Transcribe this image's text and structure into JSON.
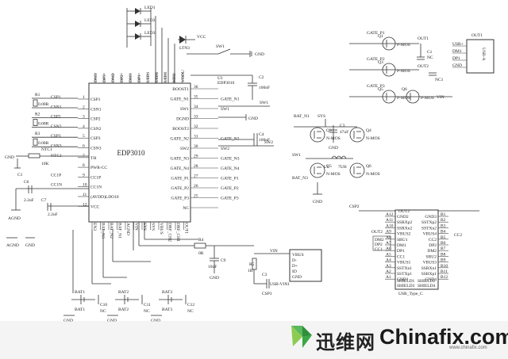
{
  "main_ic": {
    "name": "EDP3010",
    "top_pins": [
      "DM3",
      "DP3",
      "DM2",
      "DP2",
      "DM1",
      "DP1",
      "LED1",
      "LED2",
      "LED3",
      "NTC",
      "VDDU"
    ],
    "bottom_pins": [
      "EN3",
      "BAT_N3",
      "BAT_N2",
      "BAT_N1",
      "AGND",
      "VIN",
      "SYS",
      "SYS",
      "VBUS",
      "DRF_CH2",
      "DRF_CH1",
      "OUT1"
    ]
  },
  "left_pins": [
    {
      "num": "1",
      "name": "CSP1",
      "net": "CSP1"
    },
    {
      "num": "2",
      "name": "CSN1",
      "net": "CSN1"
    },
    {
      "num": "3",
      "name": "CSP2",
      "net": "CSP2"
    },
    {
      "num": "4",
      "name": "CSN2",
      "net": "CSN2"
    },
    {
      "num": "5",
      "name": "CSP3",
      "net": "CSP3"
    },
    {
      "num": "6",
      "name": "CSN3",
      "net": "CSN3"
    },
    {
      "num": "7",
      "name": "TH",
      "net": "NTC1"
    },
    {
      "num": "8",
      "name": "PWR-CC",
      "net": ""
    },
    {
      "num": "9",
      "name": "CC1P",
      "net": "CC1P"
    },
    {
      "num": "10",
      "name": "CC1N",
      "net": "CC1N"
    },
    {
      "num": "11",
      "name": "(AVDD)LDO18",
      "net": ""
    },
    {
      "num": "12",
      "name": "VCC",
      "net": ""
    }
  ],
  "right_pins": [
    {
      "num": "36",
      "name": "BOOST1",
      "net": ""
    },
    {
      "num": "35",
      "name": "GATE_N1",
      "net": "GATE_N1"
    },
    {
      "num": "34",
      "name": "SW1",
      "net": "SW1"
    },
    {
      "num": "33",
      "name": "DGND",
      "net": ""
    },
    {
      "num": "32",
      "name": "BOOST2",
      "net": ""
    },
    {
      "num": "31",
      "name": "GATE_N2",
      "net": "GATE_N2"
    },
    {
      "num": "30",
      "name": "SW2",
      "net": "SW2"
    },
    {
      "num": "29",
      "name": "GATE_N3",
      "net": "GATE_N3"
    },
    {
      "num": "28",
      "name": "GATE_N4",
      "net": "GATE_N4"
    },
    {
      "num": "27",
      "name": "GATE_P1",
      "net": "GATE_P1"
    },
    {
      "num": "26",
      "name": "GATE_P2",
      "net": "GATE_P2"
    },
    {
      "num": "25",
      "name": "GATE_P3",
      "net": "GATE_P3"
    },
    {
      "num": "",
      "name": "NC",
      "net": ""
    }
  ],
  "resistors": [
    {
      "ref": "R1",
      "value": "0.08R"
    },
    {
      "ref": "R2",
      "value": "0.08R"
    },
    {
      "ref": "R3",
      "value": "0.08R"
    },
    {
      "ref": "R4",
      "value": "0R"
    },
    {
      "ref": "R5",
      "value": "1R"
    }
  ],
  "thermistor": {
    "ref": "NTC1",
    "value": "10K"
  },
  "caps": {
    "c1": "C1",
    "c2": "C2",
    "c2v": "100nF",
    "c3": "C3",
    "c3v": "47uF",
    "c4": "C4",
    "c4v": "100nF",
    "c6": "C6",
    "c6v": "2.2uF",
    "c7": "C7",
    "c7v": "2.2uF",
    "c9": "C9",
    "c9v": "10uF",
    "c10": "C10",
    "c11": "C11",
    "c12": "C12",
    "nc": "NC",
    "ncp": "NC1"
  },
  "leds": [
    "LED1",
    "LED2",
    "LED3",
    "LTN3"
  ],
  "nets": {
    "vcc": "VCC",
    "gnd": "GND",
    "agnd": "AGND",
    "sw1": "SW1",
    "sw2": "SW2",
    "sys": "SYS",
    "vin": "VIN",
    "csp3": "CSP3",
    "out1": "OUT1",
    "out2": "OUT2"
  },
  "u1": {
    "ref": "U1",
    "part": "EDP3010"
  },
  "switch": {
    "ref": "SW1"
  },
  "h_bridge": {
    "bat_n1": "BAT_N1",
    "bat_n3": "BAT_N3",
    "l1": "L1",
    "l1v": "7UH",
    "q": [
      "Q3",
      "Q4",
      "Q5",
      "Q6"
    ],
    "nmos": "N-MOS"
  },
  "pmos": {
    "gates": [
      "GATE_P1",
      "GATE_P2",
      "GATE_P3"
    ],
    "q": [
      "Q1",
      "Q2",
      "Q3",
      "Q4",
      "Q5",
      "Q6"
    ],
    "type": "P-MOS"
  },
  "usb_out1": {
    "ref": "OUT1",
    "pins": [
      "USB+",
      "DM1",
      "DP1",
      "GND"
    ],
    "type": "USB-A"
  },
  "vbus_conn": {
    "ref": "USB-VIN1",
    "pins": [
      "VBUS",
      "D-",
      "D+",
      "ID",
      "GND"
    ]
  },
  "batteries": [
    {
      "ref": "BAT1",
      "net": "BAT1",
      "cap": "C10"
    },
    {
      "ref": "BAT2",
      "net": "BAT2",
      "cap": "C11"
    },
    {
      "ref": "BAT3",
      "net": "BAT3",
      "cap": "C12"
    }
  ],
  "typec": {
    "ref": "OUT2",
    "label": "CSP2",
    "left": [
      "A12",
      "A11",
      "A10",
      "A9",
      "A8",
      "A7",
      "A6",
      "A5",
      "A4",
      "A3",
      "A2",
      "A1"
    ],
    "left_names": [
      "GND2",
      "SSRXp2",
      "SSRXn2",
      "VBUS2",
      "SBU1",
      "DM1",
      "DP1",
      "CC1",
      "VBUS1",
      "SSTXn1",
      "SSTXp1",
      "GND1"
    ],
    "right": [
      "B1",
      "B2",
      "B3",
      "B4",
      "B5",
      "B6",
      "B7",
      "B8",
      "B9",
      "B10",
      "B11",
      "B12"
    ],
    "right_names": [
      "GND3",
      "SSTXp2",
      "SSTXn2",
      "VBUS4",
      "CC2",
      "DP2",
      "DM2",
      "SBU2",
      "VBUS3",
      "SSRXn1",
      "SSRXp1",
      "GND4"
    ],
    "bottom": [
      "SHIELD1",
      "SHIELD2",
      "SHIELD3",
      "SHIELD4"
    ],
    "footer": "USB_Type_C",
    "cc2": "CC2",
    "out2_left": [
      "DM2",
      "DP2",
      "CC1"
    ]
  },
  "watermark": {
    "cn": "迅维网",
    "en": "Chinafix.com",
    "url": "www.chinafix.com"
  }
}
